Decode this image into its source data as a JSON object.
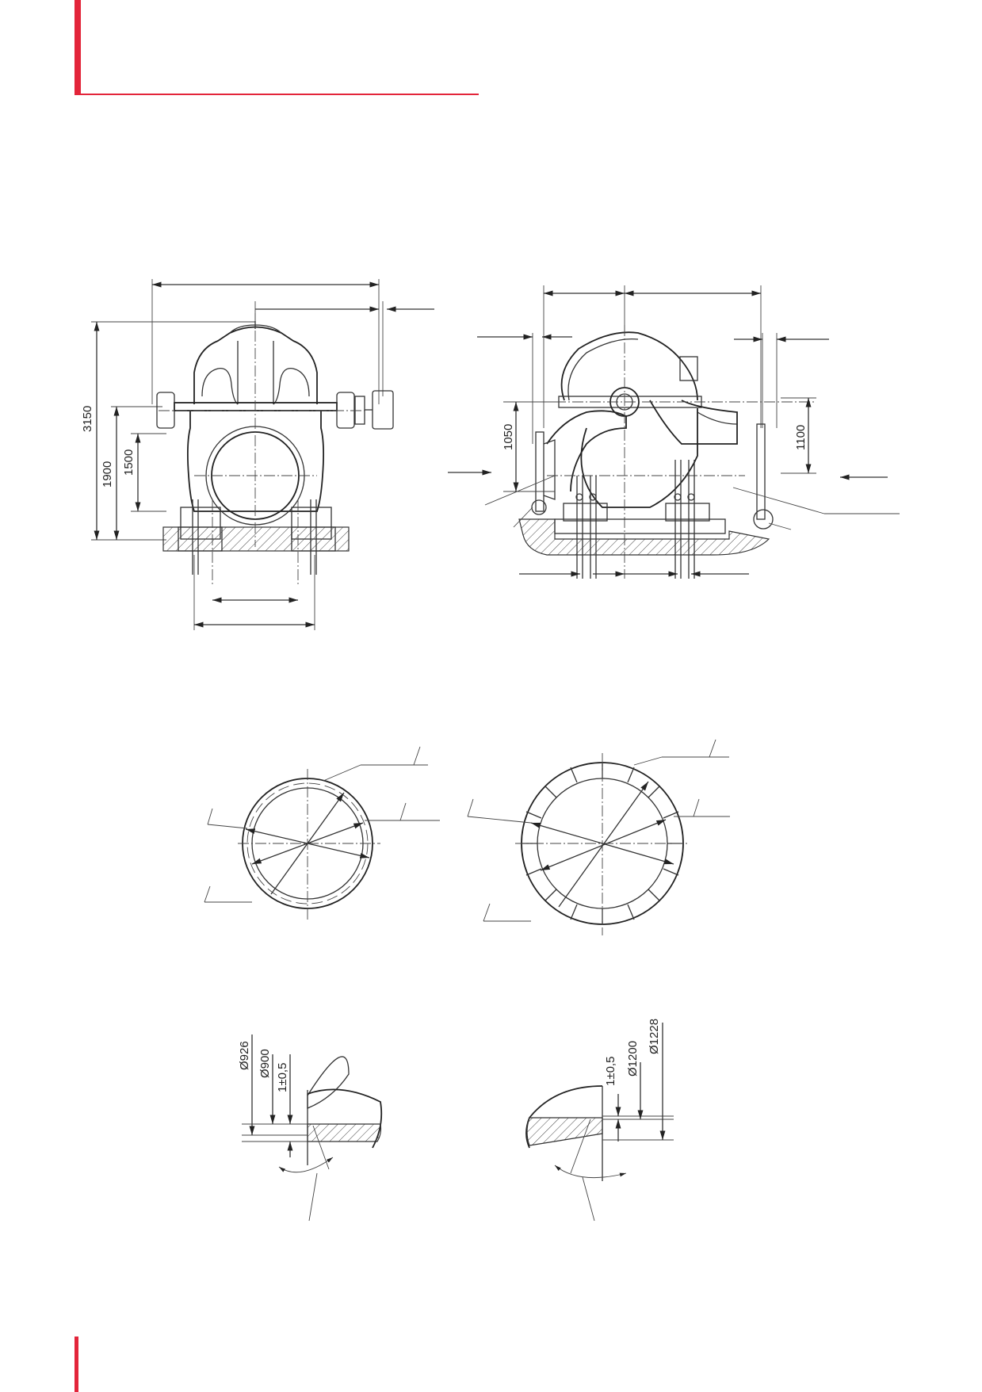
{
  "colors": {
    "accent": "#e3253a",
    "line": "#333333"
  },
  "dimensions_front": {
    "height_total": "3150",
    "height_flange": "1900",
    "height_axis": "1500"
  },
  "dimensions_side": {
    "left_height": "1050",
    "right_height": "1100"
  },
  "ring_detail_left": {
    "d_outer": "Ø926",
    "d_inner": "Ø900",
    "gap": "1±0,5"
  },
  "ring_detail_right": {
    "gap": "1±0,5",
    "d_inner": "Ø1200",
    "d_outer": "Ø1228"
  }
}
